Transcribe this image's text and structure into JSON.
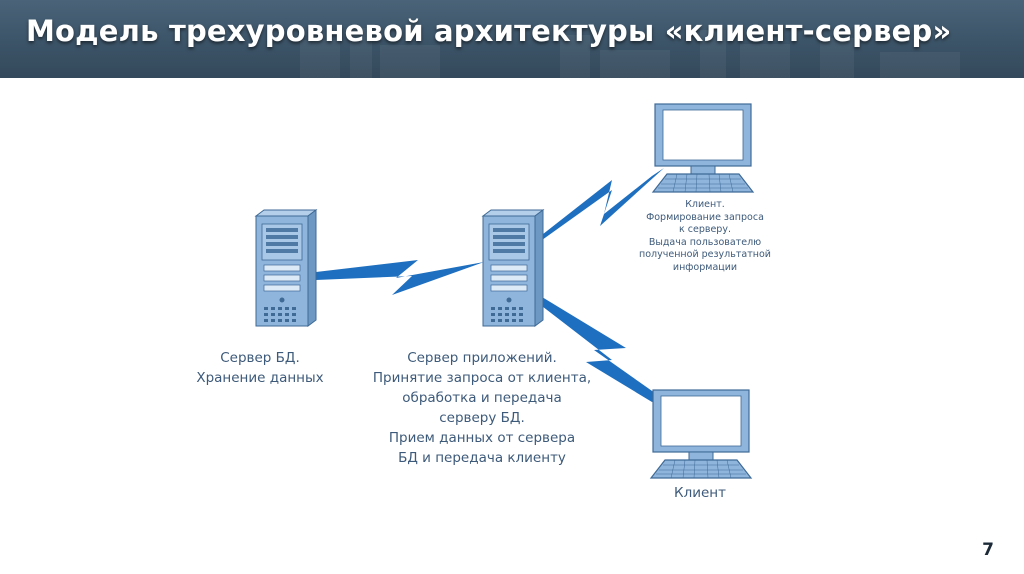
{
  "slide": {
    "title": "Модель трехуровневой архитектуры «клиент-сервер»",
    "page_number": "7"
  },
  "nodes": {
    "db_server": {
      "lines": [
        "Сервер БД.",
        "Хранение данных"
      ]
    },
    "app_server": {
      "lines": [
        "Сервер приложений.",
        "Принятие запроса от клиента,",
        "обработка и передача",
        "серверу БД.",
        "Прием данных от сервера",
        "БД и передача клиенту"
      ]
    },
    "client_top": {
      "lines": [
        "Клиент.",
        "Формирование запроса",
        "к серверу.",
        "Выдача пользователю",
        "полученной результатной",
        "информации"
      ]
    },
    "client_bottom": {
      "lines": [
        "Клиент"
      ]
    }
  },
  "colors": {
    "device_fill": "#8fb5dc",
    "device_stroke": "#3f6a96",
    "link": "#1e6fbf",
    "screen": "#ffffff",
    "label_text": "#3d5a7a"
  },
  "icons": [
    "server-icon",
    "computer-icon",
    "lightning-link-icon"
  ]
}
